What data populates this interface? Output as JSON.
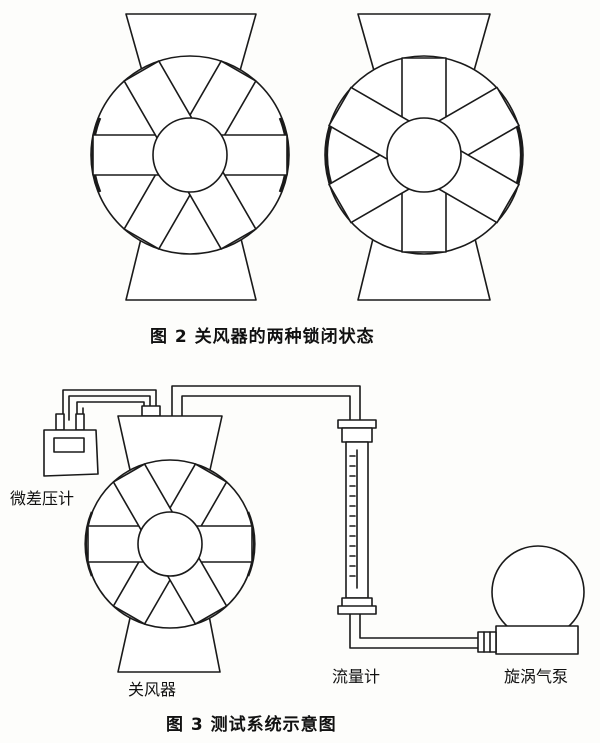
{
  "figure2": {
    "caption": "图 2    关风器的两种锁闭状态"
  },
  "figure3": {
    "caption": "图 3    测试系统示意图",
    "labels": {
      "manometer": "微差压计",
      "valve": "关风器",
      "flowmeter": "流量计",
      "pump": "旋涡气泵"
    }
  }
}
